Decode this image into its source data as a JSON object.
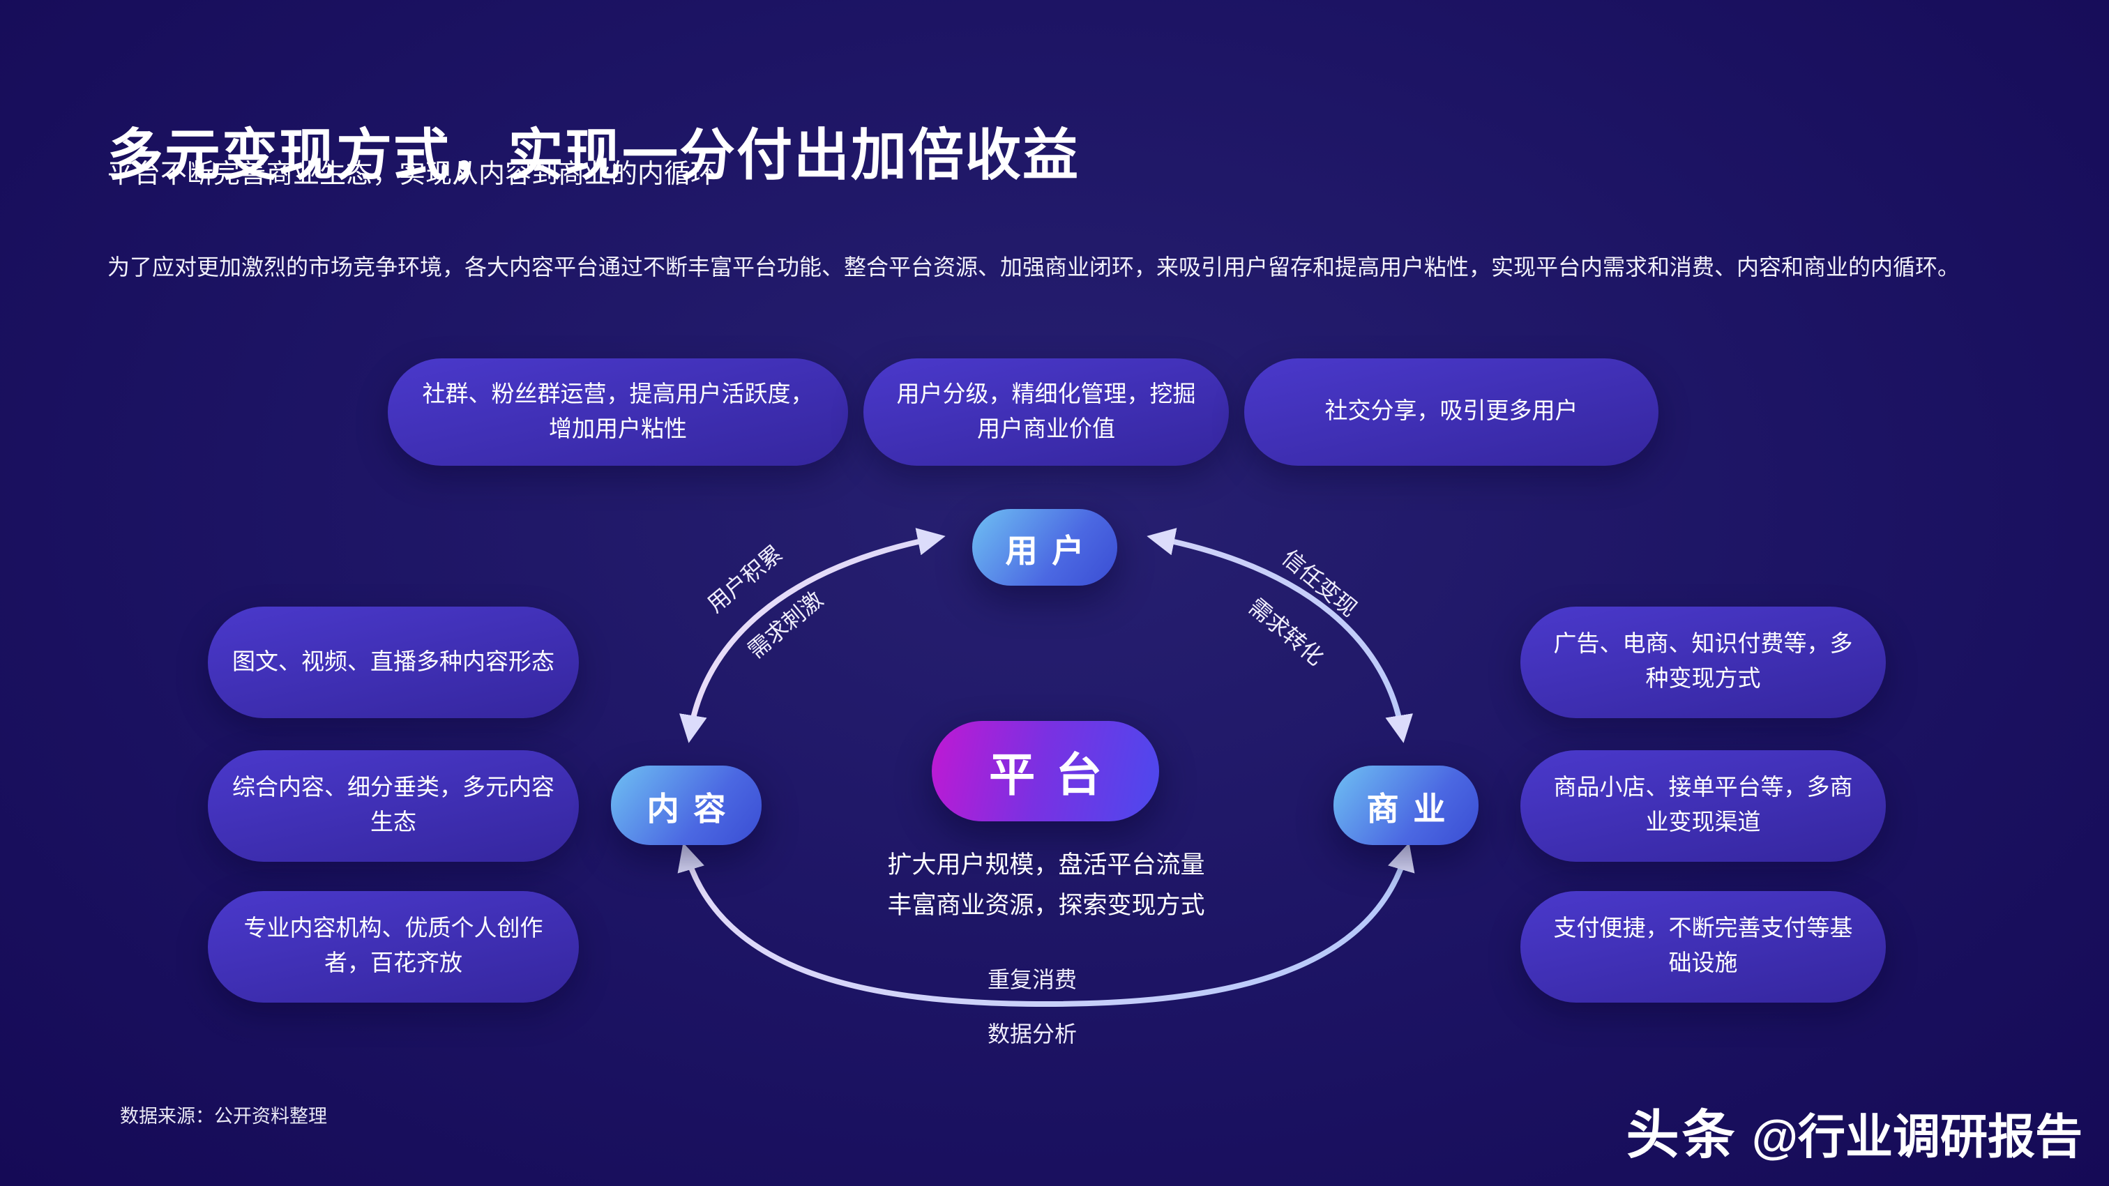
{
  "slide": {
    "title": "多元变现方式，实现一分付出加倍收益",
    "subtitle": "平台不断完善商业生态，实现从内容到商业的内循环",
    "paragraph": "为了应对更加激烈的市场竞争环境，各大内容平台通过不断丰富平台功能、整合平台资源、加强商业闭环，来吸引用户留存和提高用户粘性，实现平台内需求和消费、内容和商业的内循环。",
    "source_note": "数据来源：公开资料整理",
    "watermark": {
      "brand": "头条",
      "handle": "@行业调研报告"
    }
  },
  "bubbles": {
    "top": [
      "社群、粉丝群运营，提高用户活跃度，增加用户粘性",
      "用户分级，精细化管理，挖掘用户商业价值",
      "社交分享，吸引更多用户"
    ],
    "left": [
      "图文、视频、直播多种内容形态",
      "综合内容、细分垂类，多元内容生态",
      "专业内容机构、优质个人创作者，百花齐放"
    ],
    "right": [
      "广告、电商、知识付费等，多种变现方式",
      "商品小店、接单平台等，多商业变现渠道",
      "支付便捷，不断完善支付等基础设施"
    ]
  },
  "diagram": {
    "nodes": {
      "top": "用户",
      "center": "平台",
      "left": "内容",
      "right": "商业"
    },
    "center_desc": [
      "扩大用户规模，盘活平台流量",
      "丰富商业资源，探索变现方式"
    ],
    "flow_labels": {
      "left_outer": "用户积累",
      "left_inner": "需求刺激",
      "right_outer": "信任变现",
      "right_inner": "需求转化",
      "bottom_outer": "重复消费",
      "bottom_inner": "数据分析"
    }
  },
  "colors": {
    "bg": "#1c1363",
    "text": "#ffffff",
    "bubble_start": "#4a39cb",
    "bubble_end": "#35269e",
    "node_start": "#6fc0f3",
    "node_end": "#3a4dd3",
    "platform_start": "#c019d3",
    "platform_end": "#4c49ee",
    "arc_start": "#eedff8",
    "arc_end": "#b5c8fa"
  }
}
